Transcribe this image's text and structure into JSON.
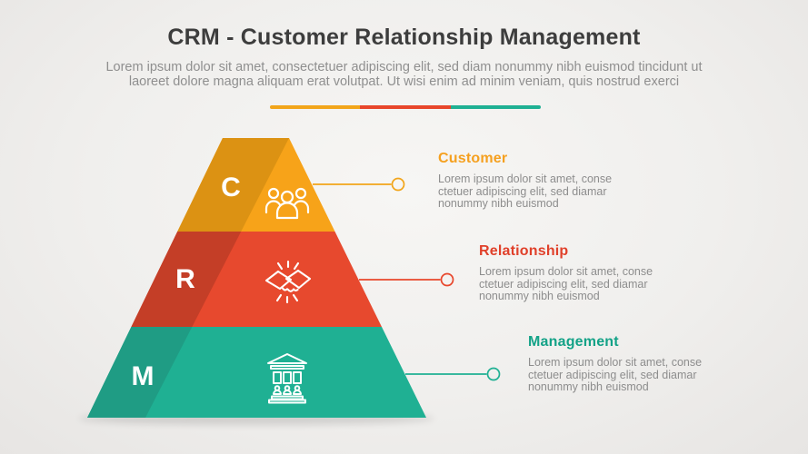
{
  "header": {
    "title": "CRM - Customer Relationship Management",
    "title_color": "#3d3d3d",
    "subtitle_color": "#8f8f8f",
    "subtitle_lines": [
      "Lorem ipsum dolor sit amet, consectetuer adipiscing elit, sed diam nonummy nibh euismod tincidunt ut",
      "laoreet dolore magna aliquam erat volutpat. Ut wisi enim ad minim veniam, quis nostrud exerci"
    ],
    "divider": {
      "colors": [
        "#F2A51A",
        "#E8462B",
        "#1FB093"
      ]
    }
  },
  "pyramid": {
    "letter_color": "#ffffff",
    "icon_color": "#ffffff",
    "levels": [
      {
        "letter": "C",
        "icon": "users-group-icon",
        "face_color": "#F7A319",
        "shade_color": "#DC9213"
      },
      {
        "letter": "R",
        "icon": "handshake-icon",
        "face_color": "#E7492E",
        "shade_color": "#C43E27"
      },
      {
        "letter": "M",
        "icon": "bank-building-icon",
        "face_color": "#1FB093",
        "shade_color": "#1F9C84"
      }
    ]
  },
  "callouts": [
    {
      "title": "Customer",
      "title_color": "#F5A01F",
      "connector_color": "#F2A51A",
      "body_lines": [
        "Lorem ipsum dolor sit amet, conse",
        "ctetuer adipiscing elit, sed diamar",
        "nonummy nibh euismod"
      ]
    },
    {
      "title": "Relationship",
      "title_color": "#E0402A",
      "connector_color": "#E8462B",
      "body_lines": [
        "Lorem ipsum dolor sit amet, conse",
        "ctetuer adipiscing elit, sed diamar",
        "nonummy nibh euismod"
      ]
    },
    {
      "title": "Management",
      "title_color": "#13A287",
      "connector_color": "#1FB093",
      "body_lines": [
        "Lorem ipsum dolor sit amet, conse",
        "ctetuer adipiscing elit, sed diamar",
        "nonummy nibh euismod"
      ]
    }
  ]
}
